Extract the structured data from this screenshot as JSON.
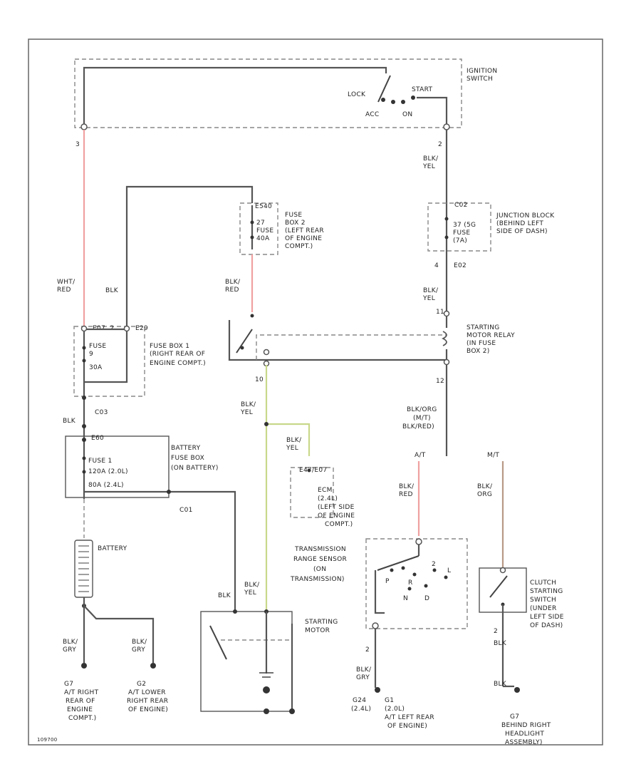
{
  "colors": {
    "wire": "#555555",
    "red_wire": "#f0a0a0",
    "yellow_wire": "#c8d88a",
    "brown_wire": "#b89a86",
    "frame": "#666666"
  },
  "ignition": {
    "title": [
      "IGNITION",
      "SWITCH"
    ],
    "lock": "LOCK",
    "start": "START",
    "acc": "ACC",
    "on": "ON",
    "pin_left": "3",
    "pin_right": "2"
  },
  "wires": {
    "wht_red": [
      "WHT/",
      "RED"
    ],
    "blk_left": "BLK",
    "blk_yel_top": [
      "BLK/",
      "YEL"
    ],
    "blk_red_fuse2": [
      "BLK/",
      "RED"
    ],
    "blk_yel_mid": [
      "BLK/",
      "YEL"
    ],
    "blk_yel_relay": [
      "BLK/",
      "YEL"
    ],
    "blk_org": [
      "BLK/ORG",
      "(M/T)",
      "BLK/RED)"
    ],
    "blk_yel_branch": [
      "BLK/",
      "YEL"
    ],
    "blk_c22": "BLK",
    "blk_red_at": [
      "BLK/",
      "RED"
    ],
    "blk_org_mt": [
      "BLK/",
      "ORG"
    ],
    "blk_starter": "BLK",
    "blk_yel_starter": [
      "BLK/",
      "YEL"
    ],
    "blk_gry_1": [
      "BLK/",
      "GRY"
    ],
    "blk_gry_2": [
      "BLK/",
      "GRY"
    ],
    "blk_tr": [
      "BLK/",
      "GRY"
    ],
    "blk_clutch_1": "BLK",
    "blk_clutch_2": "BLK"
  },
  "fuse_box2": {
    "connector": "E540",
    "fuse": [
      "27",
      "FUSE",
      "40A"
    ],
    "label": [
      "FUSE",
      "BOX 2",
      "(LEFT REAR",
      "OF ENGINE",
      "COMPT.)"
    ]
  },
  "junction_block": {
    "connector": "C02",
    "fuse": [
      "37 (5G",
      "FUSE",
      "(7A)"
    ],
    "label": [
      "JUNCTION BLOCK",
      "(BEHIND LEFT",
      "SIDE OF DASH)"
    ],
    "pin": "4",
    "connector_bottom": "E02"
  },
  "relay": {
    "label": [
      "STARTING",
      "MOTOR RELAY",
      "(IN FUSE",
      "BOX 2)"
    ],
    "pin_top": "11",
    "pin_bottom": "12",
    "pin_left": "10"
  },
  "fuse_box1": {
    "connectors": [
      "E07..2",
      "E29"
    ],
    "fuse": [
      "FUSE",
      "9",
      "30A"
    ],
    "label": [
      "FUSE BOX 1",
      "(RIGHT REAR OF",
      "ENGINE COMPT.)"
    ]
  },
  "battery_fuse_box": {
    "connector_top": "C03",
    "connector_mid": "E60",
    "fuse": [
      "FUSE 1",
      "120A  (2.0L)",
      "80A   (2.4L)"
    ],
    "label": [
      "BATTERY",
      "FUSE BOX",
      "(ON BATTERY)"
    ],
    "connector_right": "C01"
  },
  "eca": {
    "connector": "E47/E07",
    "label": [
      "ECM",
      "(2.4L)",
      "(LEFT SIDE",
      "OF ENGINE",
      "COMPT.)"
    ]
  },
  "at_label": "A/T",
  "mt_label": "M/T",
  "tr_sensor": {
    "label": [
      "TRANSMISSION",
      "RANGE SENSOR",
      "(ON",
      "TRANSMISSION)"
    ],
    "gear_p": "P",
    "gear_n": "N",
    "gear_r": "R",
    "gear_d": "D",
    "gear_2": "2",
    "gear_l": "L",
    "pin": "2"
  },
  "clutch": {
    "label": [
      "CLUTCH",
      "STARTING",
      "SWITCH",
      "(UNDER",
      "LEFT SIDE",
      "OF DASH)"
    ],
    "pin": "2"
  },
  "battery": {
    "label": "BATTERY"
  },
  "starter": {
    "label": [
      "STARTING",
      "MOTOR"
    ]
  },
  "grounds": {
    "g1": [
      "G7",
      "A/T RIGHT",
      "REAR OF",
      "ENGINE",
      "COMPT.)"
    ],
    "g2": [
      "G2",
      "A/T LOWER",
      "RIGHT REAR",
      "OF ENGINE)"
    ],
    "g3_left": [
      "G24",
      "(2.4L)"
    ],
    "g3": [
      "G1",
      "(2.0L)",
      "A/T LEFT REAR",
      "OF ENGINE)"
    ],
    "g4": [
      "G7",
      "BEHIND RIGHT",
      "HEADLIGHT",
      "ASSEMBLY)"
    ]
  },
  "footer": "109700"
}
